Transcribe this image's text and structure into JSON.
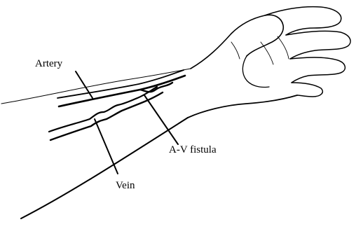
{
  "labels": {
    "artery": "Artery",
    "av_fistula": "A-V fistula",
    "vein": "Vein"
  },
  "colors": {
    "ink": "#000000",
    "background": "#ffffff"
  }
}
